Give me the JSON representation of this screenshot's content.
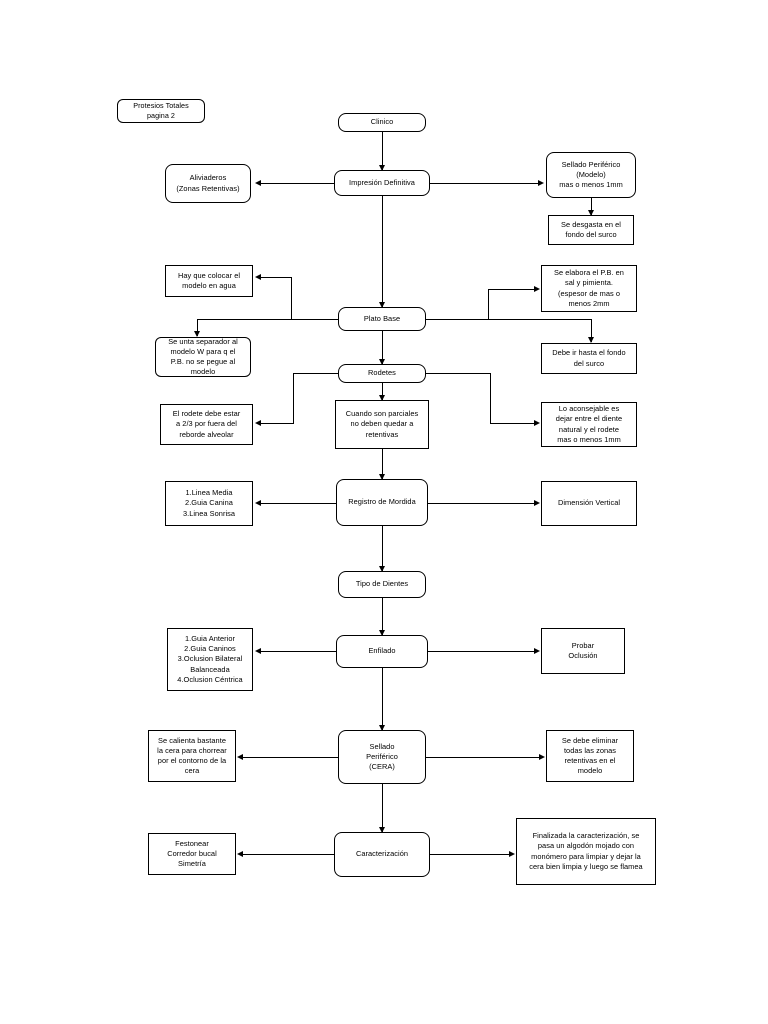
{
  "document": {
    "title_box": "Protesios Totales\npagina 2"
  },
  "diagram": {
    "type": "flowchart",
    "orientation": "vertical-spine",
    "spine": [
      {
        "id": "clinico",
        "label": "Clinico"
      },
      {
        "id": "impresion-definitiva",
        "label": "Impresión Definitiva"
      },
      {
        "id": "plato-base",
        "label": "Plato Base"
      },
      {
        "id": "rodetes",
        "label": "Rodetes"
      },
      {
        "id": "cuando-son-parciales",
        "label": "Cuando son parciales\nno deben quedar a\nretentivas"
      },
      {
        "id": "registro-de-mordida",
        "label": "Registro de Mordida"
      },
      {
        "id": "tipo-de-dientes",
        "label": "Tipo de Dientes"
      },
      {
        "id": "enfilado",
        "label": "Enfilado"
      },
      {
        "id": "sellado-periferico-cera",
        "label": "Sellado\nPeriférico\n(CERA)"
      },
      {
        "id": "caracterizacion",
        "label": "Caracterización"
      }
    ],
    "left_branches": [
      {
        "id": "aliviaderos",
        "label": "Aliviaderos\n(Zonas Retentivas)",
        "from": "impresion-definitiva"
      },
      {
        "id": "hay-que-colocar",
        "label": "Hay que colocar el\nmodelo en agua",
        "from": "plato-base"
      },
      {
        "id": "se-unta-separador",
        "label": "Se unta separador al\nmodelo W para q el\nP.B. no se pegue al\nmodelo",
        "from": "plato-base"
      },
      {
        "id": "el-rodete-debe-estar",
        "label": "El rodete debe estar\na 2/3 por fuera del\nreborde alveolar",
        "from": "rodetes"
      },
      {
        "id": "lineas-guia",
        "label": "1.Linea Media\n2.Guia Canina\n3.Linea Sonrisa",
        "from": "registro-de-mordida"
      },
      {
        "id": "guias-oclusion",
        "label": "1.Guia Anterior\n2.Guia Caninos\n3.Oclusion Bilateral\nBalanceada\n4.Oclusion Céntrica",
        "from": "enfilado"
      },
      {
        "id": "se-calienta-cera",
        "label": "Se calienta bastante\nla cera para chorrear\npor el contorno de la\ncera",
        "from": "sellado-periferico-cera"
      },
      {
        "id": "festonear",
        "label": "Festonear\nCorredor bucal\nSimetría",
        "from": "caracterizacion"
      }
    ],
    "right_branches": [
      {
        "id": "sellado-periferico-modelo",
        "label": "Sellado Periférico\n(Modelo)\nmas o menos 1mm",
        "from": "impresion-definitiva"
      },
      {
        "id": "se-desgasta-surco",
        "label": "Se desgasta en el\nfondo del surco",
        "from": "sellado-periferico-modelo"
      },
      {
        "id": "se-elabora-pb",
        "label": "Se elabora el P.B.  en\nsal y pimienta.\n(espesor de mas o\nmenos 2mm",
        "from": "plato-base"
      },
      {
        "id": "debe-ir-hasta-el-fondo",
        "label": "Debe ir hasta el fondo\ndel surco",
        "from": "plato-base"
      },
      {
        "id": "lo-aconsejable",
        "label": "Lo aconsejable es\ndejar entre el diente\nnatural  y el  rodete\nmas o menos 1mm",
        "from": "rodetes"
      },
      {
        "id": "dimension-vertical",
        "label": "Dimensión Vertical",
        "from": "registro-de-mordida"
      },
      {
        "id": "probar-oclusion",
        "label": "Probar\nOclusión",
        "from": "enfilado"
      },
      {
        "id": "se-debe-eliminar",
        "label": "Se debe eliminar\ntodas las zonas\nretentivas en el\nmodelo",
        "from": "sellado-periferico-cera"
      },
      {
        "id": "finalizada-caracterizacion",
        "label": "Finalizada la caracterización, se\npasa un algodón mojado con\nmonómero para limpiar y dejar la\ncera bien limpia y luego se flamea",
        "from": "caracterizacion"
      }
    ],
    "colors": {
      "stroke": "#000000",
      "fill": "#ffffff",
      "text": "#000000"
    }
  }
}
